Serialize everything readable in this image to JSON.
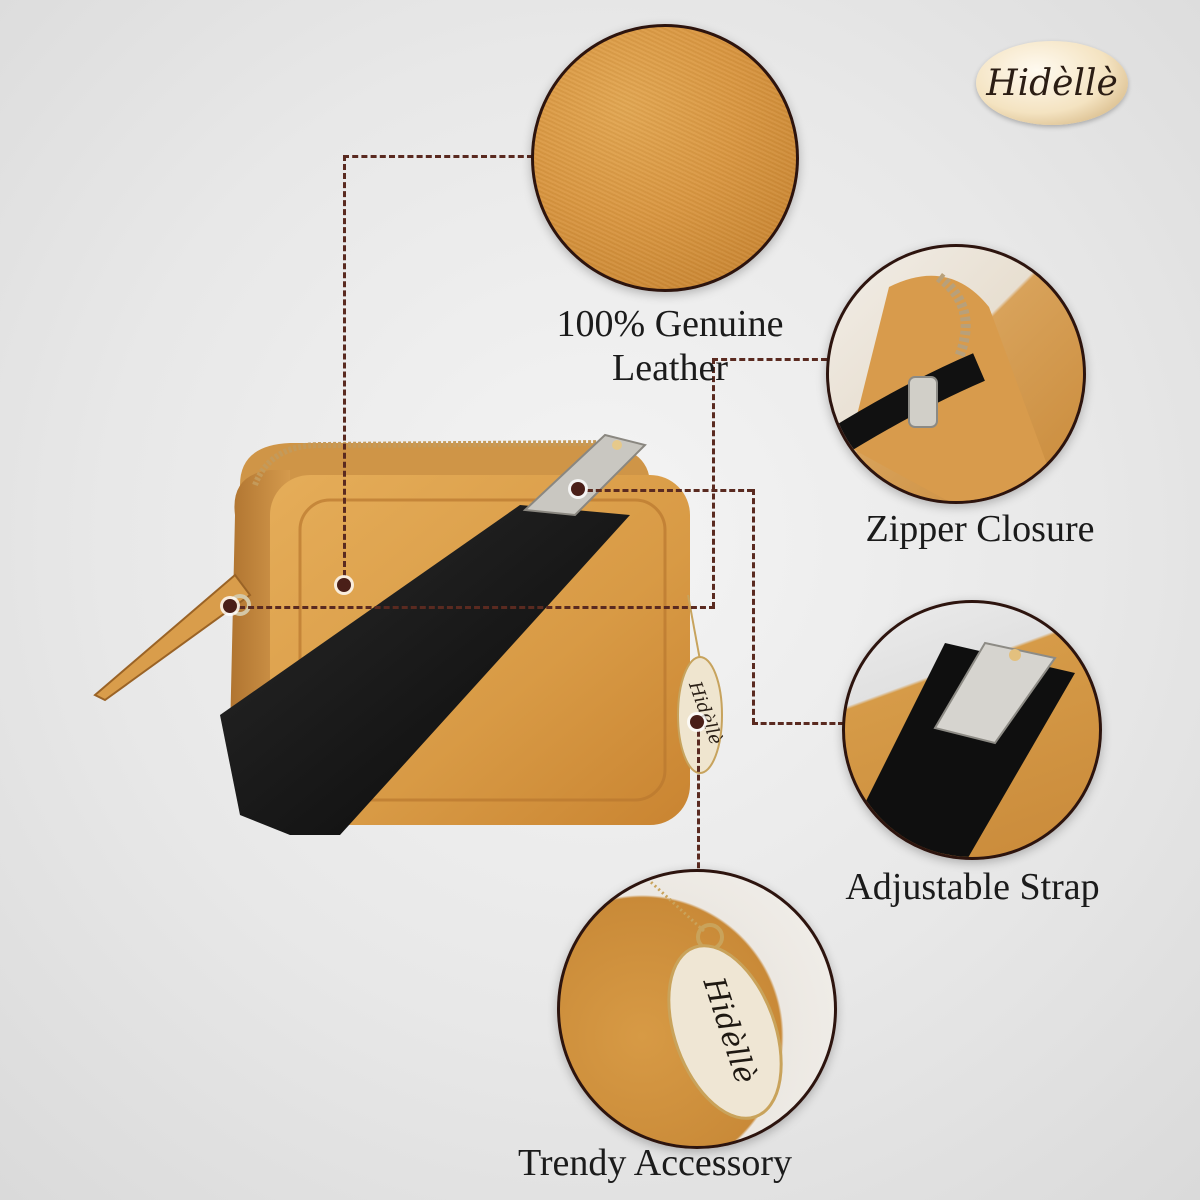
{
  "brand": {
    "logo_text": "Hidèllè"
  },
  "features": [
    {
      "label_line1": "100% Genuine",
      "label_line2": "Leather",
      "icon": "leather-texture-icon"
    },
    {
      "label": "Zipper Closure",
      "icon": "zipper-icon"
    },
    {
      "label": "Adjustable Strap",
      "icon": "strap-icon"
    },
    {
      "label": "Trendy Accessory",
      "icon": "charm-icon"
    }
  ],
  "colors": {
    "leather": "#d69b48",
    "strap": "#111111",
    "guide": "#5a2a20",
    "bubble_border": "#2d140e",
    "background": "#ececec"
  },
  "product": {
    "charm_text": "Hidèllè"
  }
}
